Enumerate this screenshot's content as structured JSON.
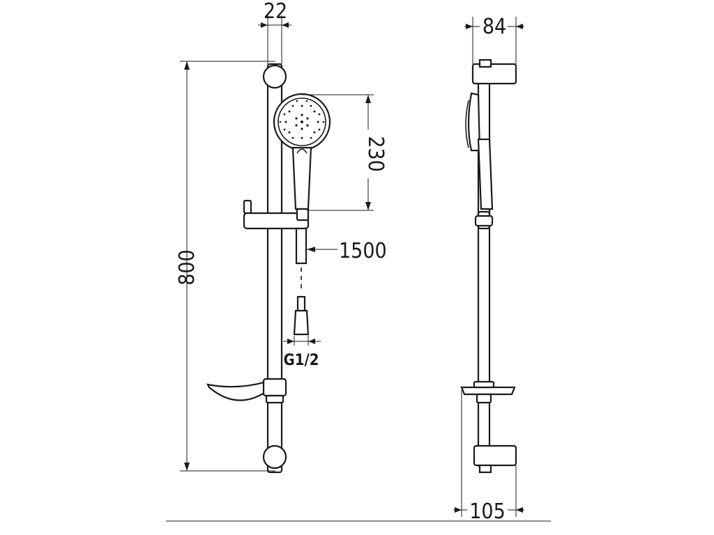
{
  "dimensions": {
    "rail_width": "22",
    "total_height": "800",
    "head_height": "230",
    "hose_length": "1500",
    "connector": "G1/2",
    "side_depth_top": "84",
    "side_depth_bottom": "105"
  }
}
